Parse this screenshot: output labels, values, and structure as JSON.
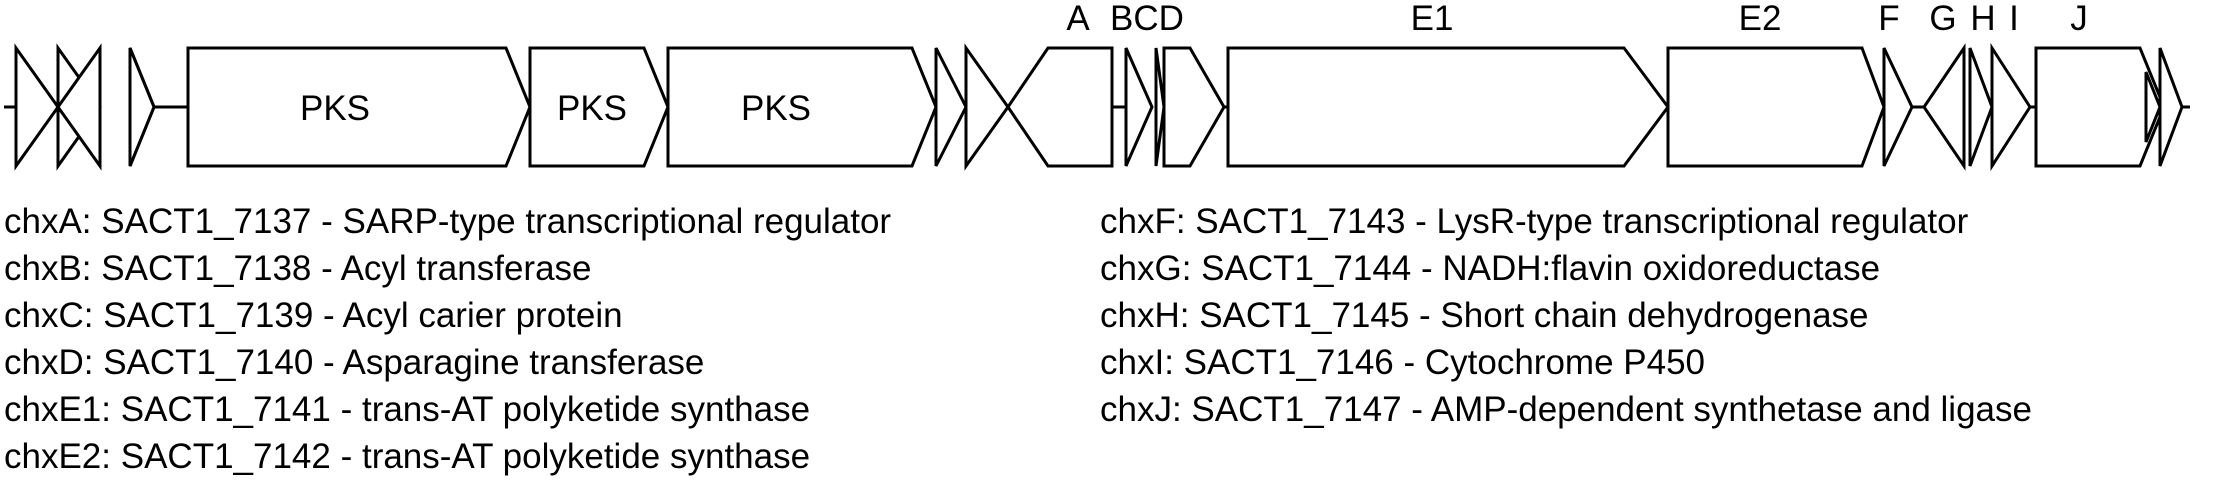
{
  "gene_labels": {
    "pks1": "PKS",
    "pks2": "PKS",
    "pks3": "PKS",
    "A": "A",
    "BCD": "BCD",
    "E1": "E1",
    "E2": "E2",
    "F": "F",
    "G": "G",
    "H": "H",
    "I": "I",
    "J": "J"
  },
  "legend": {
    "left": [
      "chxA: SACT1_7137 - SARP-type transcriptional regulator",
      "chxB: SACT1_7138 - Acyl transferase",
      "chxC: SACT1_7139 - Acyl carier protein",
      "chxD: SACT1_7140 - Asparagine transferase",
      "chxE1: SACT1_7141 - trans-AT polyketide synthase",
      "chxE2: SACT1_7142 - trans-AT polyketide synthase"
    ],
    "right": [
      "chxF: SACT1_7143 - LysR-type transcriptional regulator",
      "chxG: SACT1_7144 - NADH:flavin oxidoreductase",
      "chxH: SACT1_7145 - Short chain dehydrogenase",
      "chxI: SACT1_7146 - Cytochrome P450",
      "chxJ: SACT1_7147 - AMP-dependent synthetase and ligase"
    ]
  }
}
